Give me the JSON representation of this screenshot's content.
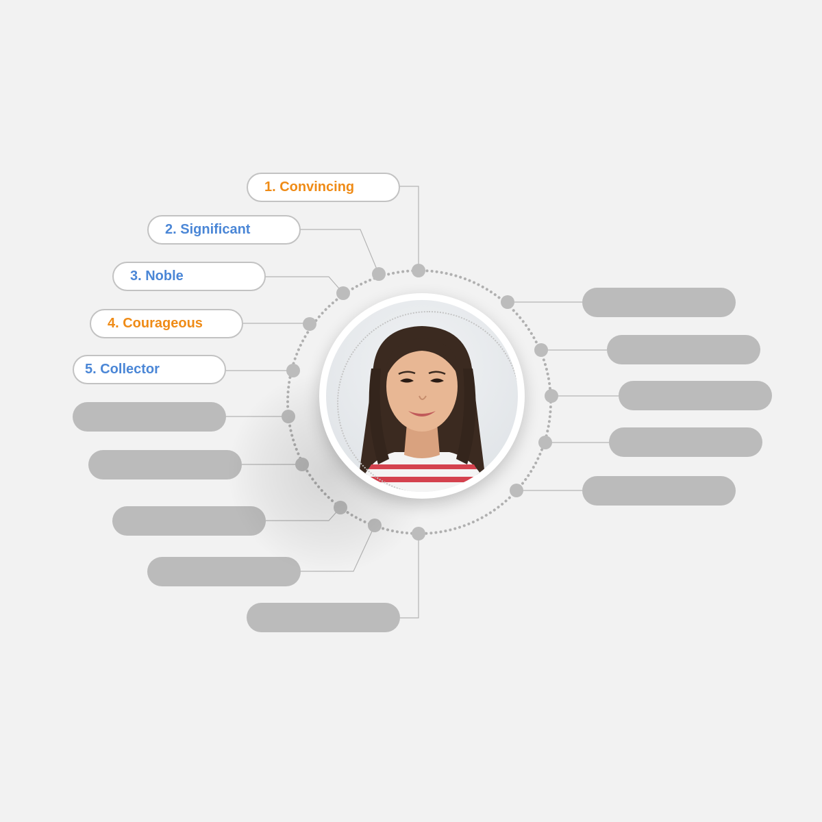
{
  "labels": {
    "item1": "1. Convincing",
    "item2": "2. Significant",
    "item3": "3. Noble",
    "item4": "4. Courageous",
    "item5": "5. Collector"
  },
  "colors": {
    "orange": "#ef8b16",
    "blue": "#4a86d6",
    "connector": "#b4b4b4",
    "node": "#bcbcbc",
    "placeholder": "#bbbbbb"
  },
  "placeholders_count": 10,
  "portrait": {
    "icon": "person-photo"
  }
}
